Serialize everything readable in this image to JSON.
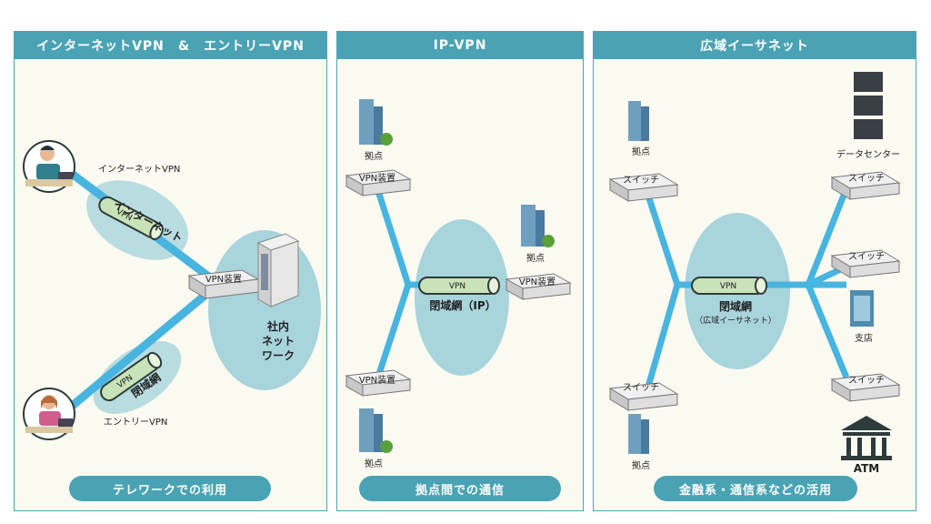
{
  "panels": [
    {
      "title": "インターネットVPN　&　エントリーVPN",
      "footer": "テレワークでの利用"
    },
    {
      "title": "IP-VPN",
      "footer": "拠点間での通信"
    },
    {
      "title": "広域イーサネット",
      "footer": "金融系・通信系などの活用"
    }
  ],
  "left": {
    "user_top_label": "インターネットVPN",
    "user_bottom_label": "エントリーVPN",
    "cloud_internet": "インターネット",
    "cloud_closed": "閉域網",
    "tube_label": "VPN",
    "vpn_device": "VPN装置",
    "intranet_lines": [
      "社内",
      "ネット",
      "ワーク"
    ]
  },
  "middle": {
    "site_label": "拠点",
    "vpn_device": "VPN装置",
    "tube_label": "VPN",
    "closed_net": "閉域網（IP）"
  },
  "right": {
    "site_label": "拠点",
    "switch_label": "スイッチ",
    "tube_label": "VPN",
    "closed_net": "閉域網",
    "closed_net_sub": "（広域イーサネット）",
    "datacenter": "データセンター",
    "branch": "支店",
    "atm": "ATM"
  },
  "colors": {
    "teal": "#4aa3b4",
    "line": "#48b4e0",
    "bubble": "#a8d4dc",
    "tube": "#c9e3b8"
  }
}
